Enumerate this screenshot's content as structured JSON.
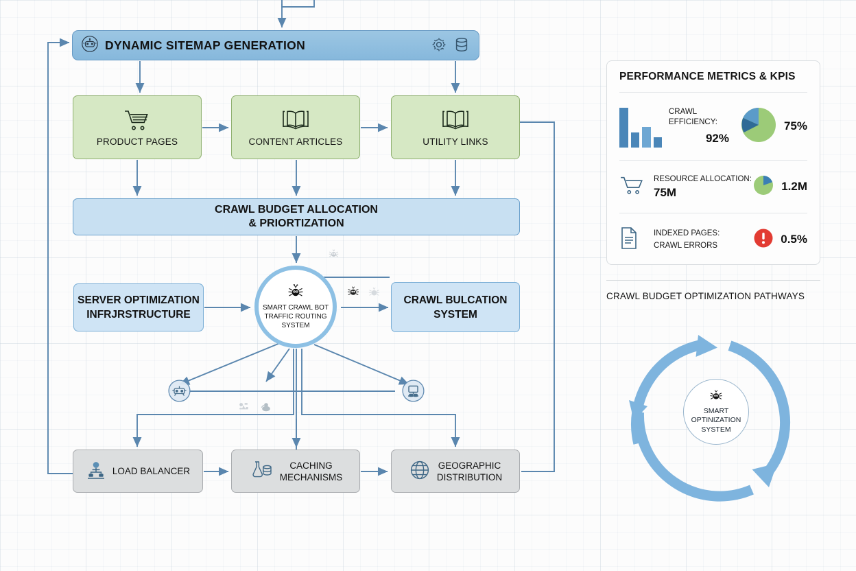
{
  "flow": {
    "header": {
      "label": "DYNAMIC SITEMAP GENERATION",
      "left_icon": "bot-badge-icon",
      "right_icons": [
        "gear-icon",
        "database-icon"
      ]
    },
    "sources": [
      {
        "label": "PRODUCT PAGES",
        "icon": "shopping-cart-icon"
      },
      {
        "label": "CONTENT ARTICLES",
        "icon": "open-book-icon"
      },
      {
        "label": "UTILITY LINKS",
        "icon": "open-book-icon"
      }
    ],
    "budget": {
      "line1": "CRAWL BUDGET ALLOCATION",
      "line2": "& PRIORTIZATION"
    },
    "server": {
      "line1": "SERVER OPTIMIZATION",
      "line2": "INFRJRSTRUCTURE"
    },
    "hub": {
      "line1": "SMART CRAWL BOT",
      "line2": "TRAFFIC ROUTING",
      "line3": "SYSTEM",
      "icon": "spider-bot-icon"
    },
    "output": {
      "line1": "CRAWL BULCATION",
      "line2": "SYSTEM"
    },
    "infra": [
      {
        "label": "LOAD BALANCER",
        "icon": "load-balancer-icon"
      },
      {
        "line1": "CACHING",
        "line2": "MECHANISMS",
        "icon": "cache-flask-database-icon"
      },
      {
        "line1": "GEOGRAPHIC",
        "line2": "DISTRIBUTION",
        "icon": "globe-icon"
      }
    ]
  },
  "panel": {
    "title": "PERFORMANCE METRICS & KPIS",
    "rows": [
      {
        "label": "CRAWL EFFICIENCY:",
        "value": "92%",
        "side_value": "75%",
        "left_icon": "bar-chart-icon",
        "right_icon": "pie-chart-icon"
      },
      {
        "label": "RESOURCE ALLOCATION:",
        "value": "75M",
        "side_value": "1.2M",
        "left_icon": "shopping-cart-icon",
        "right_icon": "pie-chart-icon"
      },
      {
        "label": "INDEXED PAGES:",
        "label2": "CRAWL ERRORS",
        "value": "",
        "side_value": "0.5%",
        "left_icon": "document-icon",
        "right_icon": "alert-exclamation-icon"
      }
    ]
  },
  "cycle": {
    "title": "CRAWL BUDGET OPTIMIZATION PATHWAYS",
    "core": {
      "line1": "SMART",
      "line2": "OPTINIZATION",
      "line3": "SYSTEM",
      "icon": "spider-bot-icon"
    },
    "segments": 3
  },
  "chart_data": [
    {
      "type": "bar",
      "title": "CRAWL EFFICIENCY:",
      "categories": [
        "1",
        "2",
        "3",
        "4"
      ],
      "values": [
        100,
        38,
        52,
        26
      ],
      "ylim": [
        0,
        100
      ],
      "grid": false,
      "xlabel": "",
      "ylabel": ""
    },
    {
      "type": "pie",
      "title": "CRAWL EFFICIENCY SPLIT",
      "labels": [
        "green",
        "light-blue",
        "dark-blue"
      ],
      "values": [
        65,
        23,
        12
      ],
      "annotation": "75%"
    },
    {
      "type": "pie",
      "title": "RESOURCE ALLOCATION SPLIT",
      "labels": [
        "green",
        "blue"
      ],
      "values": [
        78,
        22
      ],
      "annotation": "1.2M"
    }
  ],
  "colors": {
    "header_blue": "#8fbedf",
    "green_box": "#d6e8c4",
    "blue_box": "#cfe4f5",
    "gray_box": "#dcdedf",
    "edge": "#5a86ae",
    "accent_blue": "#4a86b8",
    "pie_green": "#9ccb78",
    "pie_blue": "#5b9bc9",
    "pie_dark_blue": "#2f6b96",
    "alert_red": "#e23b32"
  }
}
